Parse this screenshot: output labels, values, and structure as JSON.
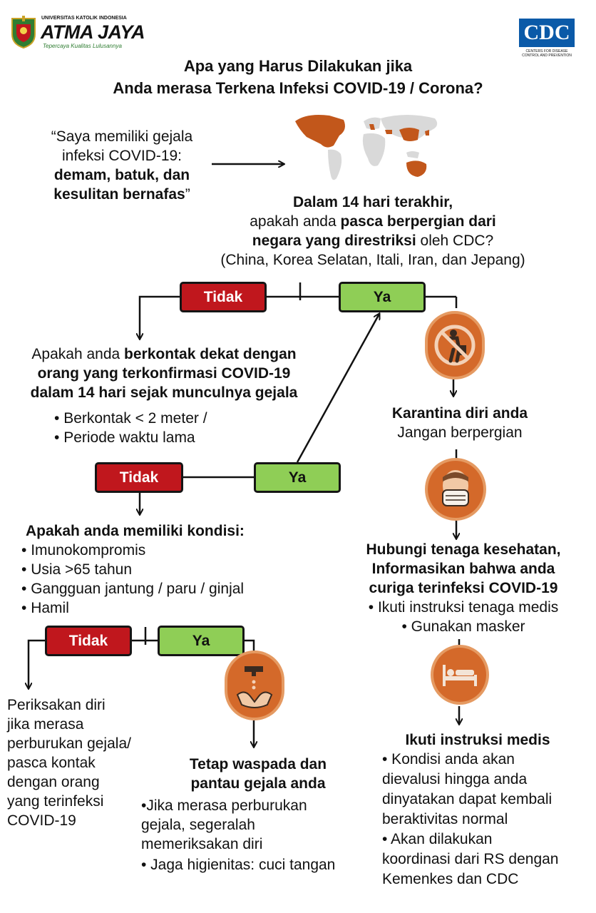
{
  "header": {
    "logo_top": "UNIVERSITAS KATOLIK INDONESIA",
    "logo_name": "ATMA JAYA",
    "logo_tagline": "Tepercaya Kualitas Lulusannya",
    "cdc": "CDC",
    "cdc_small": "CENTERS FOR DISEASE CONTROL AND PREVENTION"
  },
  "title": {
    "line1": "Apa yang Harus Dilakukan jika",
    "line2": "Anda merasa Terkena Infeksi  COVID-19 / Corona?"
  },
  "quote": {
    "l1": "“Saya memiliki gejala",
    "l2": "infeksi COVID-19:",
    "l3": "demam, batuk, dan",
    "l4_bold": "kesulitan bernafas",
    "l4_end": "”"
  },
  "q1": {
    "l1": "Dalam 14 hari terakhir,",
    "l2_pre": "apakah anda  ",
    "l2_bold": "pasca berpergian dari",
    "l3_bold": "negara yang direstriksi",
    "l3_post": " oleh CDC?",
    "l4": "(China, Korea Selatan, Itali, Iran, dan Jepang)"
  },
  "buttons": {
    "no": "Tidak",
    "yes": "Ya"
  },
  "q2": {
    "l1_pre": "Apakah anda ",
    "l1_bold": "berkontak dekat dengan",
    "l2": "orang yang terkonfirmasi COVID-19",
    "l3": "dalam 14 hari sejak munculnya gejala",
    "bullets": [
      "Berkontak < 2 meter   /",
      "Periode waktu lama"
    ]
  },
  "q3": {
    "title": "Apakah anda memiliki kondisi:",
    "bullets": [
      "Imunokompromis",
      "Usia >65 tahun",
      "Gangguan jantung / paru / ginjal",
      "Hamil"
    ]
  },
  "outcome_no": [
    "Periksakan diri",
    "jika merasa",
    "perburukan gejala/",
    "pasca kontak",
    "dengan orang",
    "yang terinfeksi",
    "COVID-19"
  ],
  "outcome_watch": {
    "title1": "Tetap waspada dan",
    "title2": "pantau gejala anda",
    "items": [
      "•Jika merasa perburukan",
      "gejala, segeralah",
      "memeriksakan diri",
      "• Jaga higienitas: cuci tangan"
    ]
  },
  "quarantine": {
    "title": "Karantina diri anda",
    "sub": "Jangan berpergian"
  },
  "contact": {
    "l1": "Hubungi tenaga kesehatan,",
    "l2": "Informasikan bahwa anda",
    "l3": "curiga terinfeksi COVID-19",
    "b1": "• Ikuti instruksi tenaga medis",
    "b2": "• Gunakan masker"
  },
  "medical": {
    "title": "Ikuti instruksi medis",
    "lines": [
      "• Kondisi anda akan",
      "dievalusi hingga anda",
      "dinyatakan dapat kembali",
      "beraktivitas normal",
      "• Akan dilakukan",
      "koordinasi dari RS dengan",
      "Kemenkes dan CDC"
    ]
  },
  "icons": {
    "map": "world-map-icon",
    "no_travel": "no-travel-icon",
    "mask": "face-mask-icon",
    "handwash": "handwash-icon",
    "hospital_bed": "hospital-bed-icon"
  },
  "colors": {
    "no": "#c0171d",
    "yes": "#8fce56",
    "accent": "#d4692a",
    "map_gray": "#d9d9d9",
    "cdc_blue": "#0b5aa8"
  }
}
